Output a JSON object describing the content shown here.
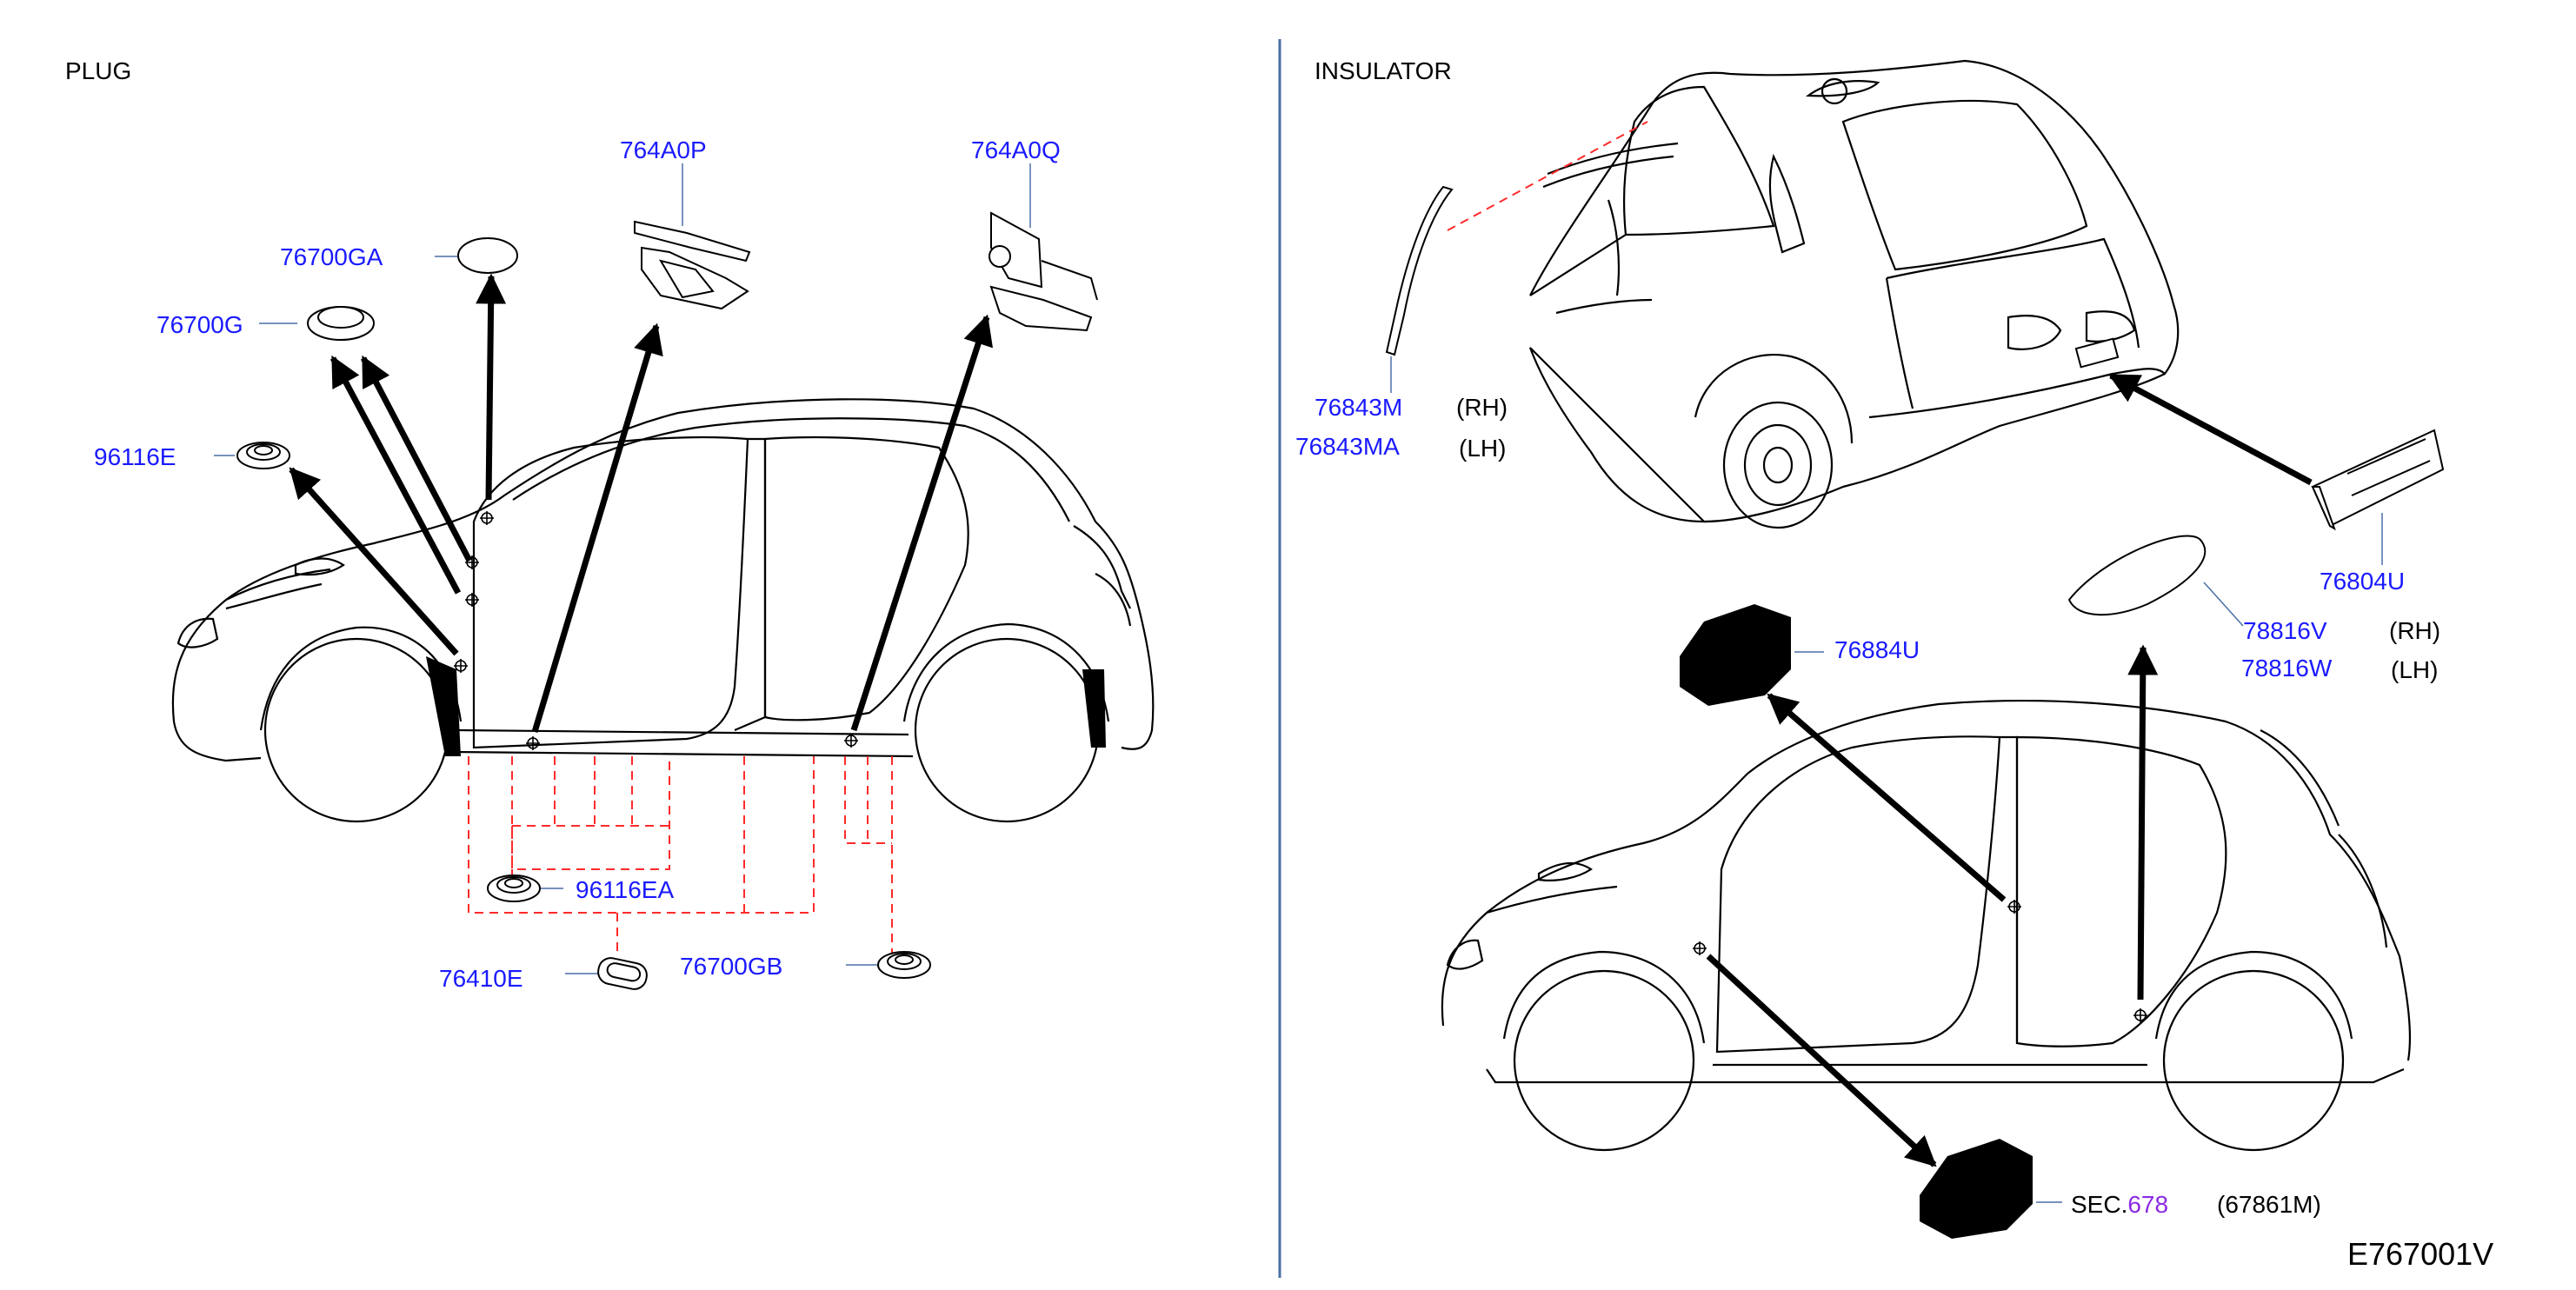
{
  "colors": {
    "part_number": "#1a1aff",
    "leader_dashed": "#ff2a2a",
    "divider": "#4a6fa5",
    "section_link": "#8a2be2",
    "line_art": "#000000"
  },
  "sections": {
    "plug": {
      "title": "PLUG"
    },
    "insulator": {
      "title": "INSULATOR"
    }
  },
  "parts": {
    "p764A0P": "764A0P",
    "p764A0Q": "764A0Q",
    "p76700GA": "76700GA",
    "p76700G": "76700G",
    "p96116E": "96116E",
    "p96116EA": "96116EA",
    "p76410E": "76410E",
    "p76700GB": "76700GB",
    "p76843M": "76843M",
    "p76843MA": "76843MA",
    "p76804U": "76804U",
    "p76884U": "76884U",
    "p78816V": "78816V",
    "p78816W": "78816W",
    "sec_prefix": "SEC.",
    "sec_num": "678",
    "sec_ref": "(67861M)"
  },
  "side": {
    "rh": "(RH)",
    "lh": "(LH)"
  },
  "diagram_code": "E767001V"
}
